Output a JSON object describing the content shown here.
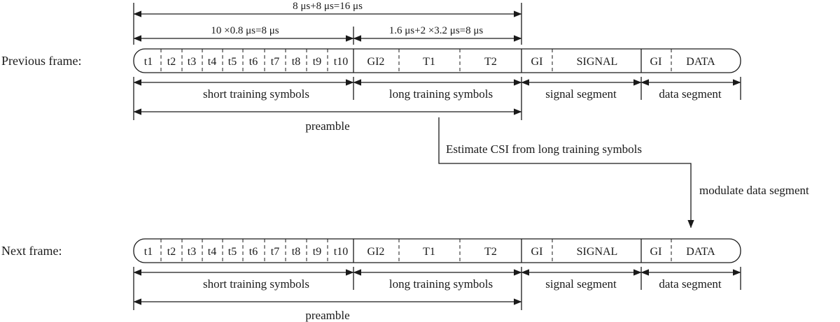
{
  "timing": {
    "total": "8 μs+8 μs=16 μs",
    "short": "10 ×0.8 μs=8 μs",
    "long": "1.6 μs+2 ×3.2 μs=8 μs"
  },
  "frames": [
    {
      "title": "Previous frame:"
    },
    {
      "title": "Next frame:"
    }
  ],
  "cells": {
    "short": [
      "t1",
      "t2",
      "t3",
      "t4",
      "t5",
      "t6",
      "t7",
      "t8",
      "t9",
      "t10"
    ],
    "long": [
      "GI2",
      "T1",
      "T2"
    ],
    "signal": [
      "GI",
      "SIGNAL"
    ],
    "data": [
      "GI",
      "DATA"
    ]
  },
  "segments": {
    "short": "short training symbols",
    "long": "long training symbols",
    "signal": "signal segment",
    "data": "data segment",
    "preamble": "preamble"
  },
  "flow": {
    "estimate": "Estimate CSI from long training symbols",
    "modulate": "modulate data segment"
  }
}
